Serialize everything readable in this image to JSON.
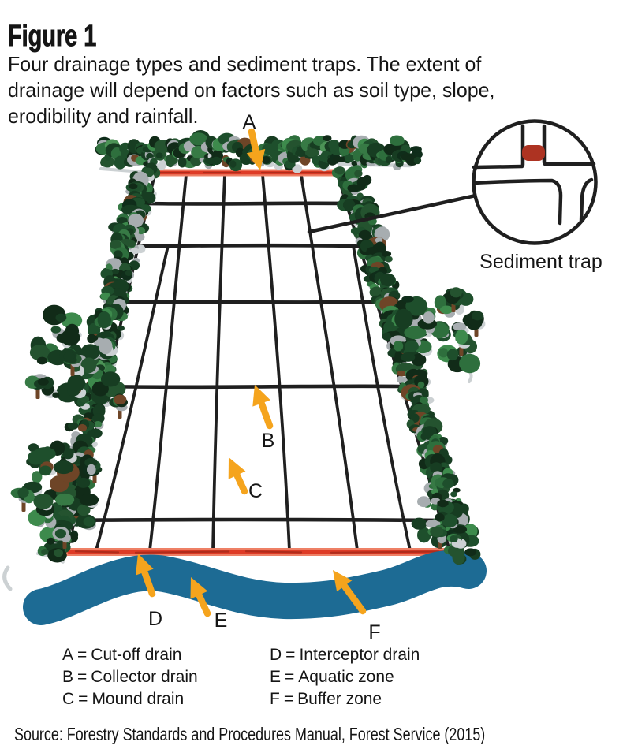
{
  "figure": {
    "title": "Figure 1",
    "caption_lines": [
      "Four drainage types and sediment traps. The extent of",
      "drainage will depend on factors such as soil type, slope,",
      "erodibility and rainfall."
    ]
  },
  "diagram": {
    "labels": {
      "a": "A",
      "b": "B",
      "c": "C",
      "d": "D",
      "e": "E",
      "f": "F"
    },
    "inset_label": "Sediment trap",
    "colors": {
      "arrow_orange": "#f5a41d",
      "drain_red": "#de3b26",
      "drain_red_halo": "#ee8066",
      "drain_red_dark": "#b02c1b",
      "river_blue": "#1d6b94",
      "line_black": "#1f1f1f",
      "tree_greens": [
        "#173d22",
        "#1e4f2c",
        "#24532f",
        "#2e6f3d",
        "#377a45",
        "#3d8a4c",
        "#0f2d1a",
        "#4c9356"
      ],
      "tree_dark": "#112b18",
      "tree_gray": "#a7adb0",
      "tree_lightgray": "#ccd1d3",
      "trunk_brown": "#6e4527"
    }
  },
  "legend": {
    "separator": "=",
    "items": [
      {
        "key": "A",
        "label": "Cut-off drain"
      },
      {
        "key": "B",
        "label": "Collector drain"
      },
      {
        "key": "C",
        "label": "Mound drain"
      },
      {
        "key": "D",
        "label": "Interceptor drain"
      },
      {
        "key": "E",
        "label": "Aquatic zone"
      },
      {
        "key": "F",
        "label": "Buffer zone"
      }
    ]
  },
  "source": "Source: Forestry Standards and Procedures Manual, Forest Service (2015)"
}
